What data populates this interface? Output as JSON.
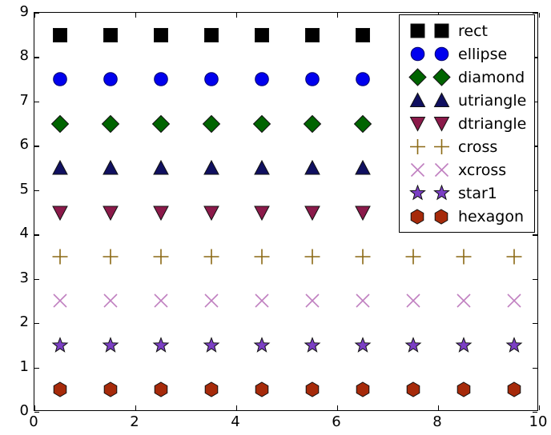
{
  "chart_data": {
    "type": "scatter",
    "title": "",
    "xlabel": "",
    "ylabel": "",
    "xlim": [
      0,
      10
    ],
    "ylim": [
      0,
      9
    ],
    "grid": false,
    "legend_position": "upper right",
    "x_ticks": [
      0,
      2,
      4,
      6,
      8,
      10
    ],
    "y_ticks": [
      0,
      1,
      2,
      3,
      4,
      5,
      6,
      7,
      8,
      9
    ],
    "x": [
      0.5,
      1.5,
      2.5,
      3.5,
      4.5,
      5.5,
      6.5,
      7.5,
      8.5,
      9.5
    ],
    "series": [
      {
        "name": "rect",
        "marker": "square",
        "y": 8.5,
        "values": [
          8.5,
          8.5,
          8.5,
          8.5,
          8.5,
          8.5,
          8.5,
          8.5,
          8.5,
          8.5
        ],
        "facecolor": "#000000",
        "edgecolor": "#111111",
        "size": 19
      },
      {
        "name": "ellipse",
        "marker": "circle",
        "y": 7.5,
        "values": [
          7.5,
          7.5,
          7.5,
          7.5,
          7.5,
          7.5,
          7.5,
          7.5,
          7.5,
          7.5
        ],
        "facecolor": "#0000ee",
        "edgecolor": "#00006b",
        "size": 19
      },
      {
        "name": "diamond",
        "marker": "diamond",
        "y": 6.5,
        "values": [
          6.5,
          6.5,
          6.5,
          6.5,
          6.5,
          6.5,
          6.5,
          6.5,
          6.5,
          6.5
        ],
        "facecolor": "#006400",
        "edgecolor": "#111111",
        "size": 23
      },
      {
        "name": "utriangle",
        "marker": "triangle-up",
        "y": 5.5,
        "values": [
          5.5,
          5.5,
          5.5,
          5.5,
          5.5,
          5.5,
          5.5,
          5.5,
          5.5,
          5.5
        ],
        "facecolor": "#101060",
        "edgecolor": "#111111",
        "size": 21
      },
      {
        "name": "dtriangle",
        "marker": "triangle-down",
        "y": 4.5,
        "values": [
          4.5,
          4.5,
          4.5,
          4.5,
          4.5,
          4.5,
          4.5,
          4.5,
          4.5,
          4.5
        ],
        "facecolor": "#8b1a4a",
        "edgecolor": "#111111",
        "size": 21
      },
      {
        "name": "cross",
        "marker": "plus",
        "y": 3.5,
        "values": [
          3.5,
          3.5,
          3.5,
          3.5,
          3.5,
          3.5,
          3.5,
          3.5,
          3.5,
          3.5
        ],
        "facecolor": "#8b6game",
        "edgecolor": "#8b6914",
        "size": 21
      },
      {
        "name": "xcross",
        "marker": "x",
        "y": 2.5,
        "values": [
          2.5,
          2.5,
          2.5,
          2.5,
          2.5,
          2.5,
          2.5,
          2.5,
          2.5,
          2.5
        ],
        "facecolor": "#dda0dd",
        "edgecolor": "#c07fc0",
        "size": 21
      },
      {
        "name": "star1",
        "marker": "star",
        "y": 1.5,
        "values": [
          1.5,
          1.5,
          1.5,
          1.5,
          1.5,
          1.5,
          1.5,
          1.5,
          1.5,
          1.5
        ],
        "facecolor": "#7b3fc4",
        "edgecolor": "#111111",
        "size": 21
      },
      {
        "name": "hexagon",
        "marker": "hexagon",
        "y": 0.5,
        "values": [
          0.5,
          0.5,
          0.5,
          0.5,
          0.5,
          0.5,
          0.5,
          0.5,
          0.5,
          0.5
        ],
        "facecolor": "#a62a0a",
        "edgecolor": "#111111",
        "size": 20
      }
    ]
  },
  "legend": {
    "entries": [
      {
        "label": "rect"
      },
      {
        "label": "ellipse"
      },
      {
        "label": "diamond"
      },
      {
        "label": "utriangle"
      },
      {
        "label": "dtriangle"
      },
      {
        "label": "cross"
      },
      {
        "label": "xcross"
      },
      {
        "label": "star1"
      },
      {
        "label": "hexagon"
      }
    ]
  }
}
